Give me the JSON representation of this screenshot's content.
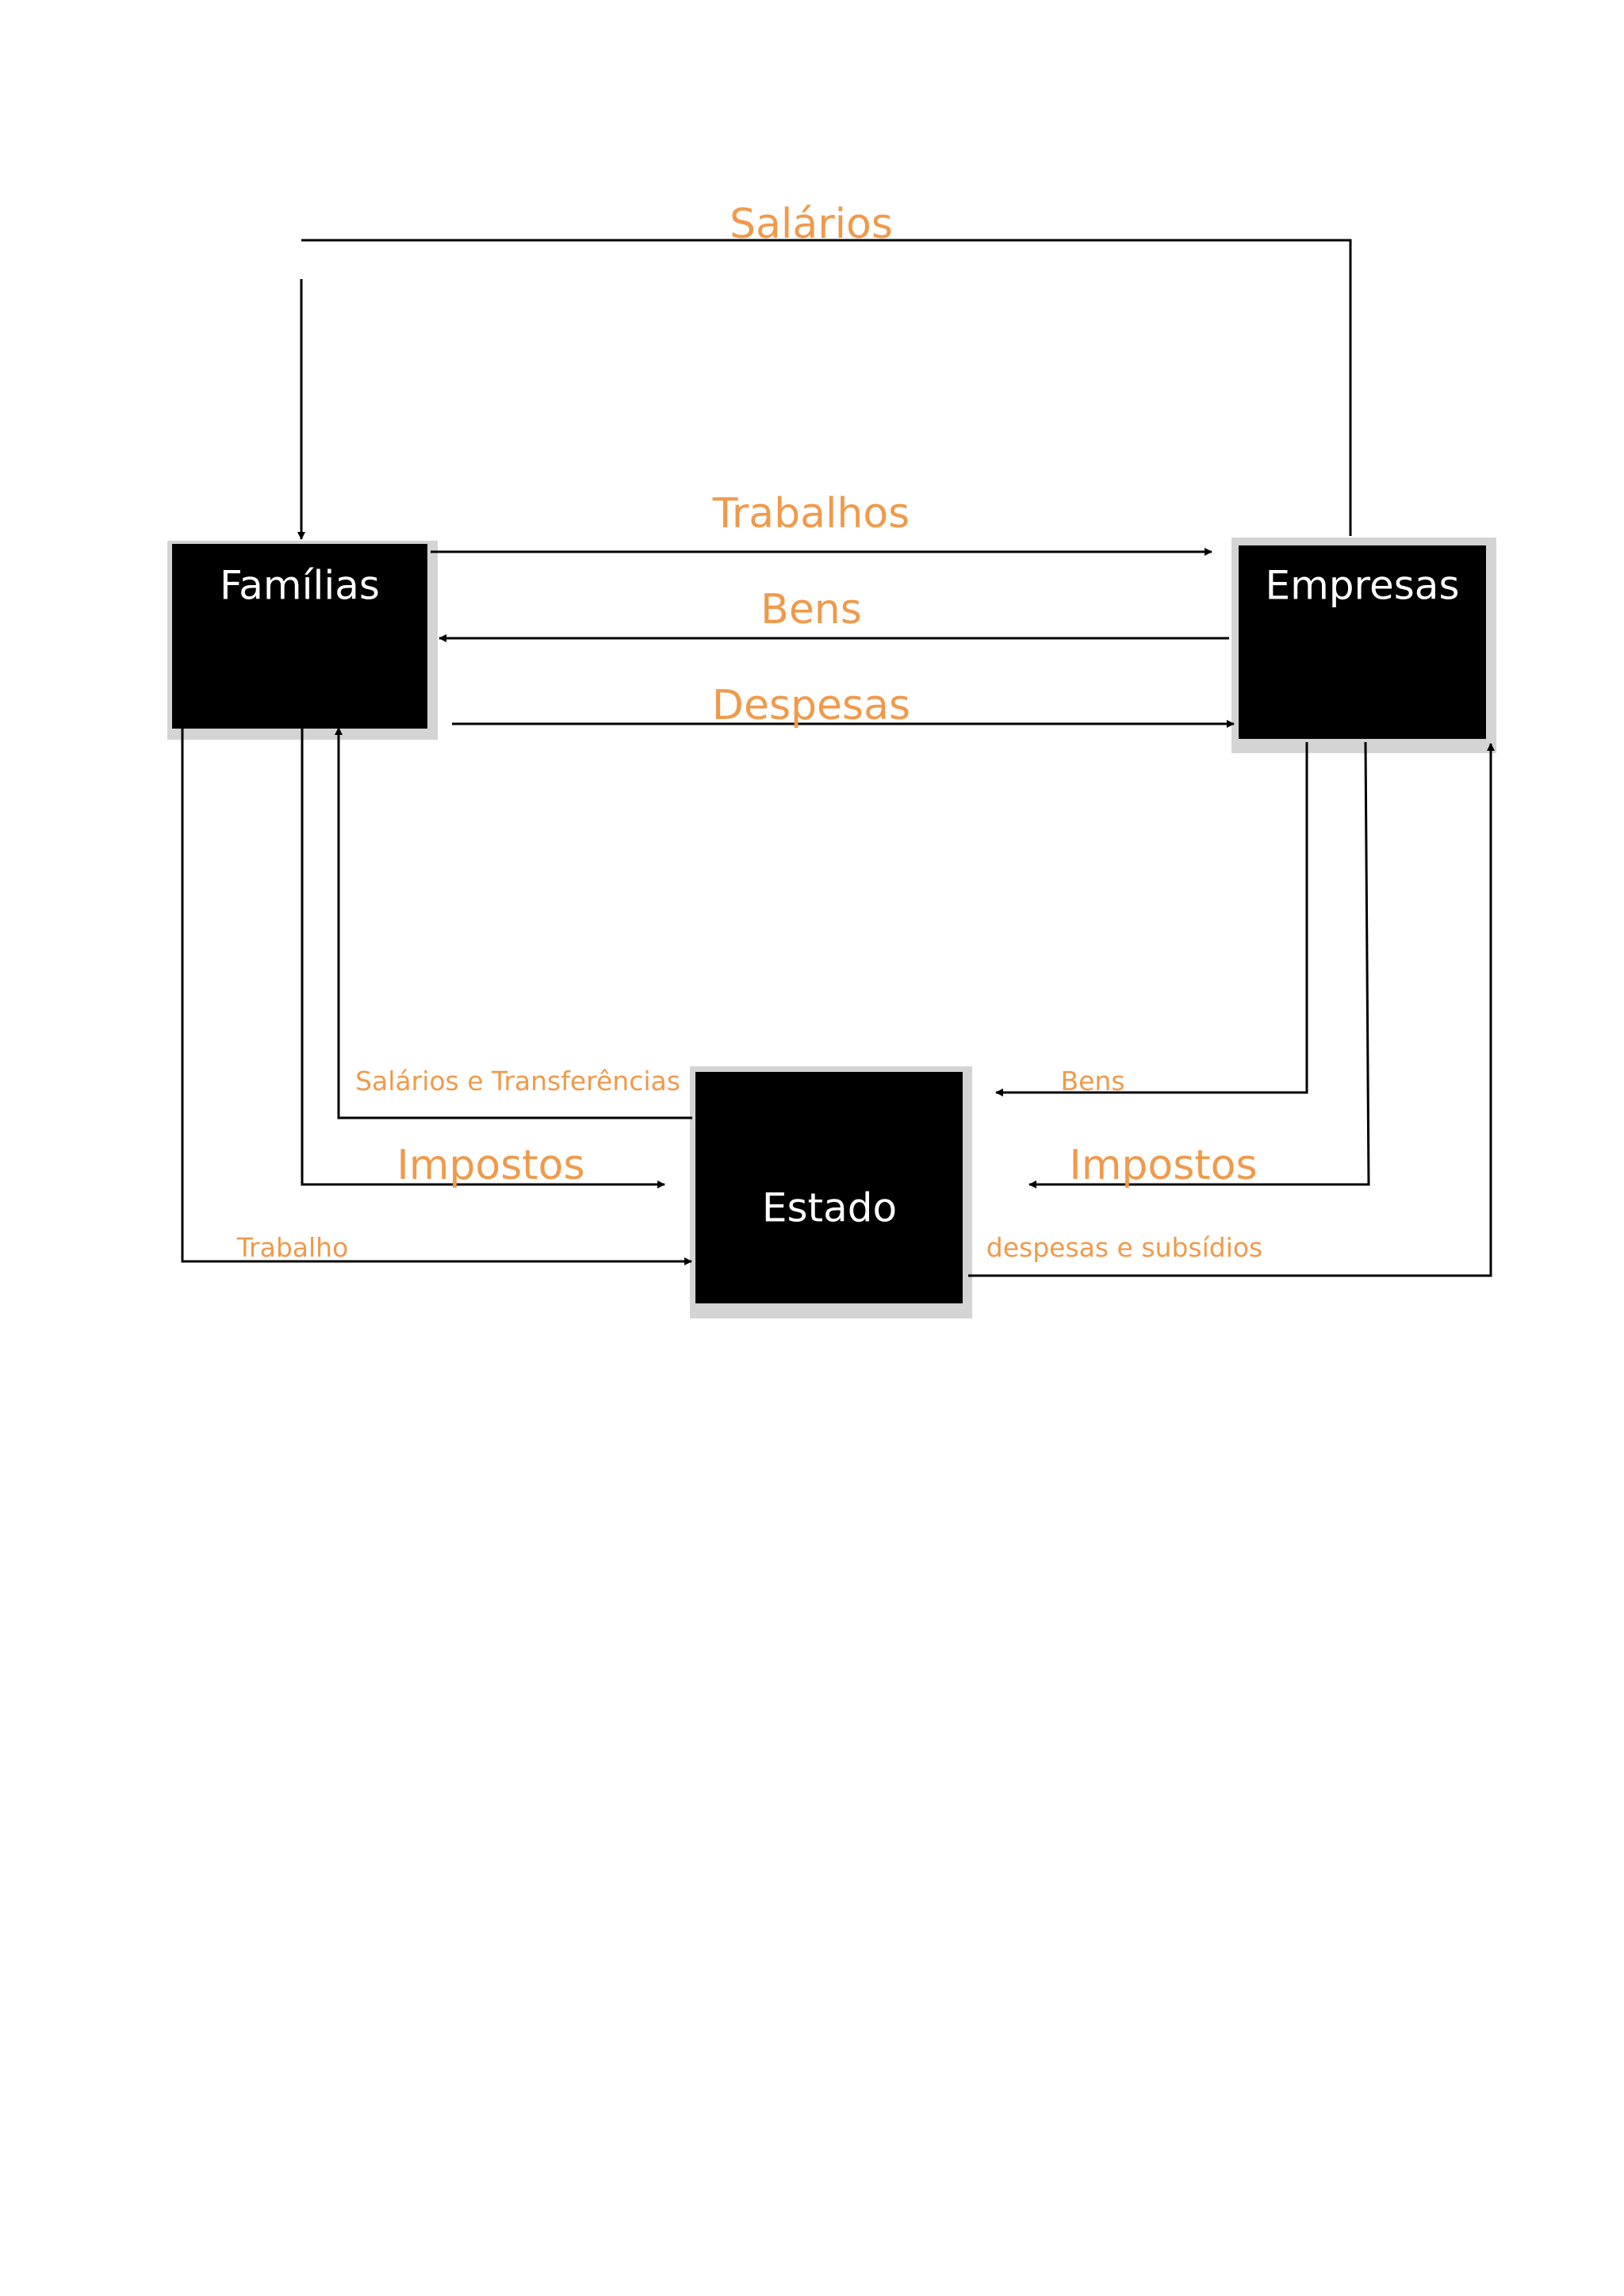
{
  "colors": {
    "label": "#ef9a4b",
    "box": "#000000",
    "box_text": "#ffffff",
    "line": "#000000"
  },
  "nodes": {
    "familias": {
      "label": "Famílias"
    },
    "empresas": {
      "label": "Empresas"
    },
    "estado": {
      "label": "Estado"
    }
  },
  "flows": {
    "salarios_top": {
      "label": "Salários",
      "from": "Empresas",
      "to": "Famílias"
    },
    "trabalhos": {
      "label": "Trabalhos",
      "from": "Famílias",
      "to": "Empresas"
    },
    "bens_top": {
      "label": "Bens",
      "from": "Empresas",
      "to": "Famílias"
    },
    "despesas": {
      "label": "Despesas",
      "from": "Famílias",
      "to": "Empresas"
    },
    "salarios_transferencias": {
      "label": "Salários e Transferências",
      "from": "Estado",
      "to": "Famílias"
    },
    "impostos_familias": {
      "label": "Impostos",
      "from": "Famílias",
      "to": "Estado"
    },
    "trabalho": {
      "label": "Trabalho",
      "from": "Famílias",
      "to": "Estado"
    },
    "bens_estado": {
      "label": "Bens",
      "from": "Empresas",
      "to": "Estado"
    },
    "impostos_empresas": {
      "label": "Impostos",
      "from": "Empresas",
      "to": "Estado"
    },
    "despesas_subsidios": {
      "label": "despesas e subsídios",
      "from": "Estado",
      "to": "Empresas"
    }
  }
}
